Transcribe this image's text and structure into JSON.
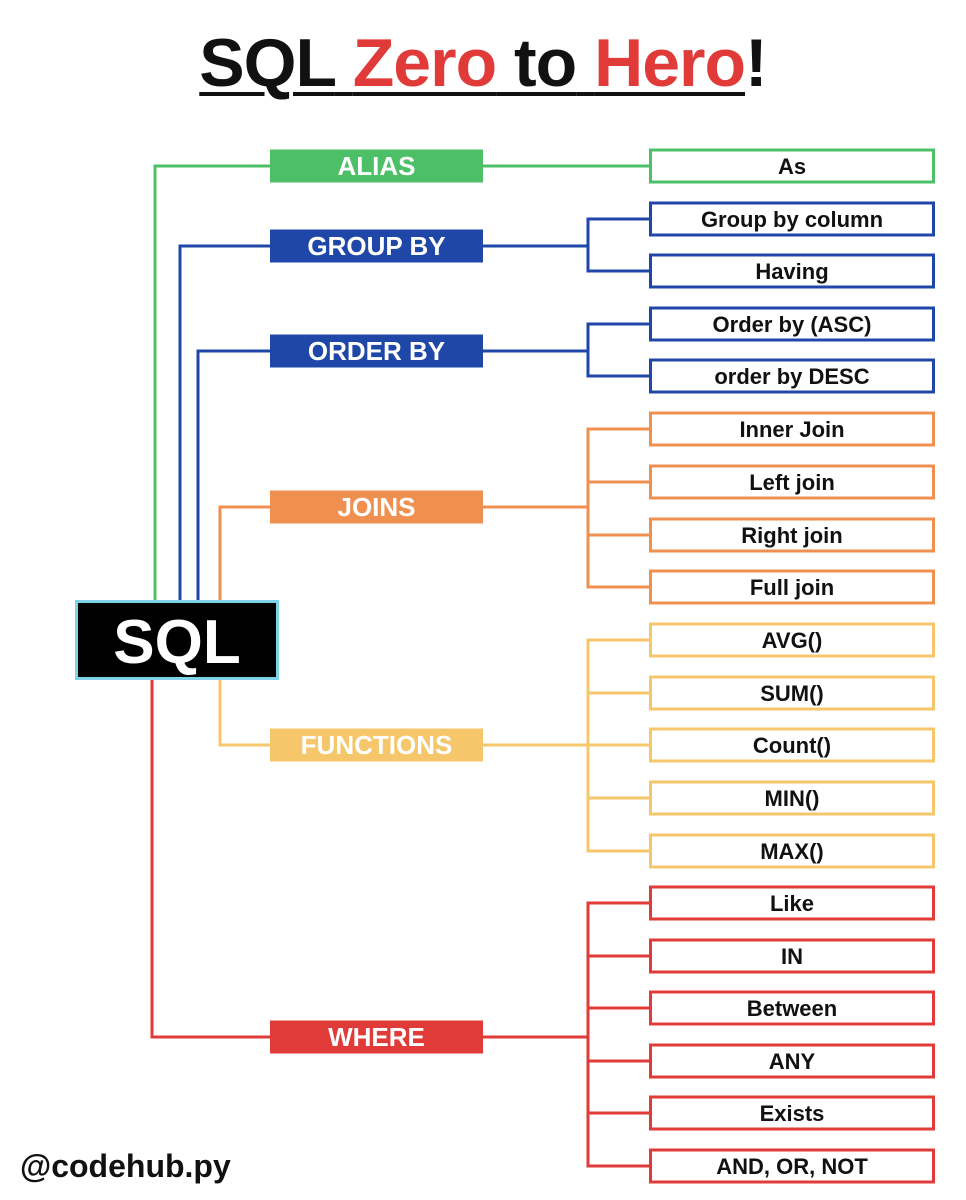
{
  "title": {
    "part1": "SQL",
    "part2": "Zero",
    "part3": "to",
    "part4": "Hero",
    "part5": "!",
    "accent_color": "#e03b38"
  },
  "root": {
    "label": "SQL",
    "background": "#000000",
    "border_color": "#7fd3e6",
    "text_color": "#ffffff"
  },
  "categories": [
    {
      "label": "ALIAS",
      "color": "#4cbf67",
      "children": [
        "As"
      ]
    },
    {
      "label": "GROUP BY",
      "color": "#1f47a8",
      "children": [
        "Group by column",
        "Having"
      ]
    },
    {
      "label": "ORDER BY",
      "color": "#1f47a8",
      "children": [
        "Order by (ASC)",
        "order by DESC"
      ]
    },
    {
      "label": "JOINS",
      "color": "#ef8f50",
      "children": [
        "Inner Join",
        "Left join",
        "Right join",
        "Full join"
      ]
    },
    {
      "label": "FUNCTIONS",
      "color": "#f5c76a",
      "children": [
        "AVG()",
        "SUM()",
        "Count()",
        "MIN()",
        "MAX()"
      ]
    },
    {
      "label": "WHERE",
      "color": "#e03b38",
      "children": [
        "Like",
        "IN",
        "Between",
        "ANY",
        "Exists",
        "AND, OR, NOT"
      ]
    }
  ],
  "footer": {
    "handle": "@codehub.py"
  }
}
